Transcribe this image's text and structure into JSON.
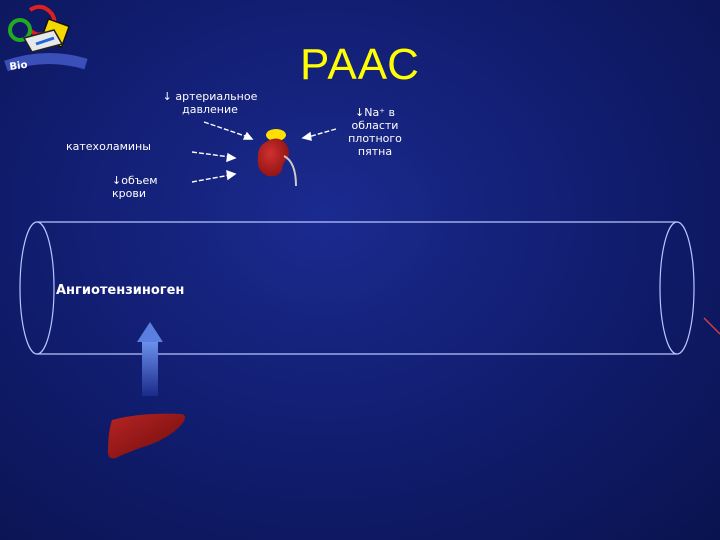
{
  "title": "РААС",
  "labels": {
    "bp_arrow": "↓",
    "bp_line1": "артериальное",
    "bp_line2": "давление",
    "catecholamines": "катехоламины",
    "volume_line1": "↓объем",
    "volume_line2": "крови",
    "na_line1": "↓Na⁺ в",
    "na_line2": "области",
    "na_line3": "плотного",
    "na_line4": "пятна"
  },
  "vessel_label": "Ангиотензиноген",
  "colors": {
    "title": "#ffff00",
    "text": "#ffffff",
    "kidney": "#b01818",
    "adrenal": "#ffe000",
    "liver": "#9a1414",
    "up_arrow": "#5a7fe0"
  },
  "icons": [
    "logo-icon",
    "kidney-icon",
    "liver-icon"
  ]
}
